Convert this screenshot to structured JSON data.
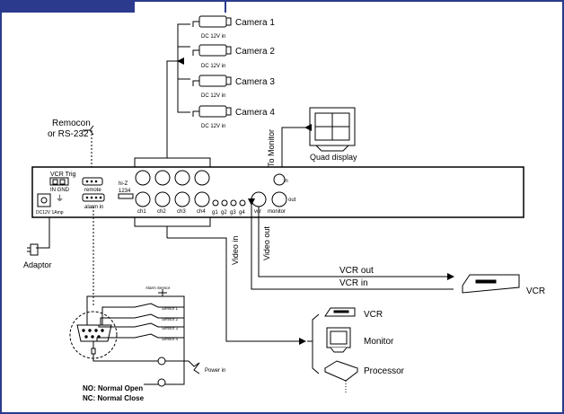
{
  "cameras": [
    "Camera 1",
    "Camera 2",
    "Camera 3",
    "Camera 4"
  ],
  "camera_power": "DC 12V in",
  "remocon_lines": [
    "Remocon",
    "or RS-232"
  ],
  "vcr_trig": "VCR Trig",
  "in_gnd": "IN  GND",
  "remote": "remote",
  "alarm_in": "alarm in",
  "dc_power": "DC12V 1Amp",
  "hi_z": "hi-Z",
  "hi_z_nums": "1234",
  "channels": [
    "ch1",
    "ch2",
    "ch3",
    "ch4"
  ],
  "gains": [
    "g1",
    "g2",
    "g3",
    "g4"
  ],
  "vcr_port": "vcr",
  "monitor_port": "monitor",
  "in_label": "in",
  "out_label": "out",
  "to_monitor": "To Monitor",
  "quad_display": "Quad display",
  "video_in": "Video in",
  "video_out": "Video out",
  "vcr_out": "VCR out",
  "vcr_in": "VCR in",
  "vcr_device": "VCR",
  "adaptor": "Adaptor",
  "alarm_sensors": [
    "Sensor 1",
    "Sensor 2",
    "Sensor 3",
    "Sensor 4"
  ],
  "alarm_header": "Alarm Sensor",
  "power_in": "Power in",
  "devices": [
    "VCR",
    "Monitor",
    "Processor"
  ],
  "legend": [
    "NO: Normal Open",
    "NC: Normal Close"
  ],
  "colors": {
    "frame": "#2b3a8c"
  }
}
